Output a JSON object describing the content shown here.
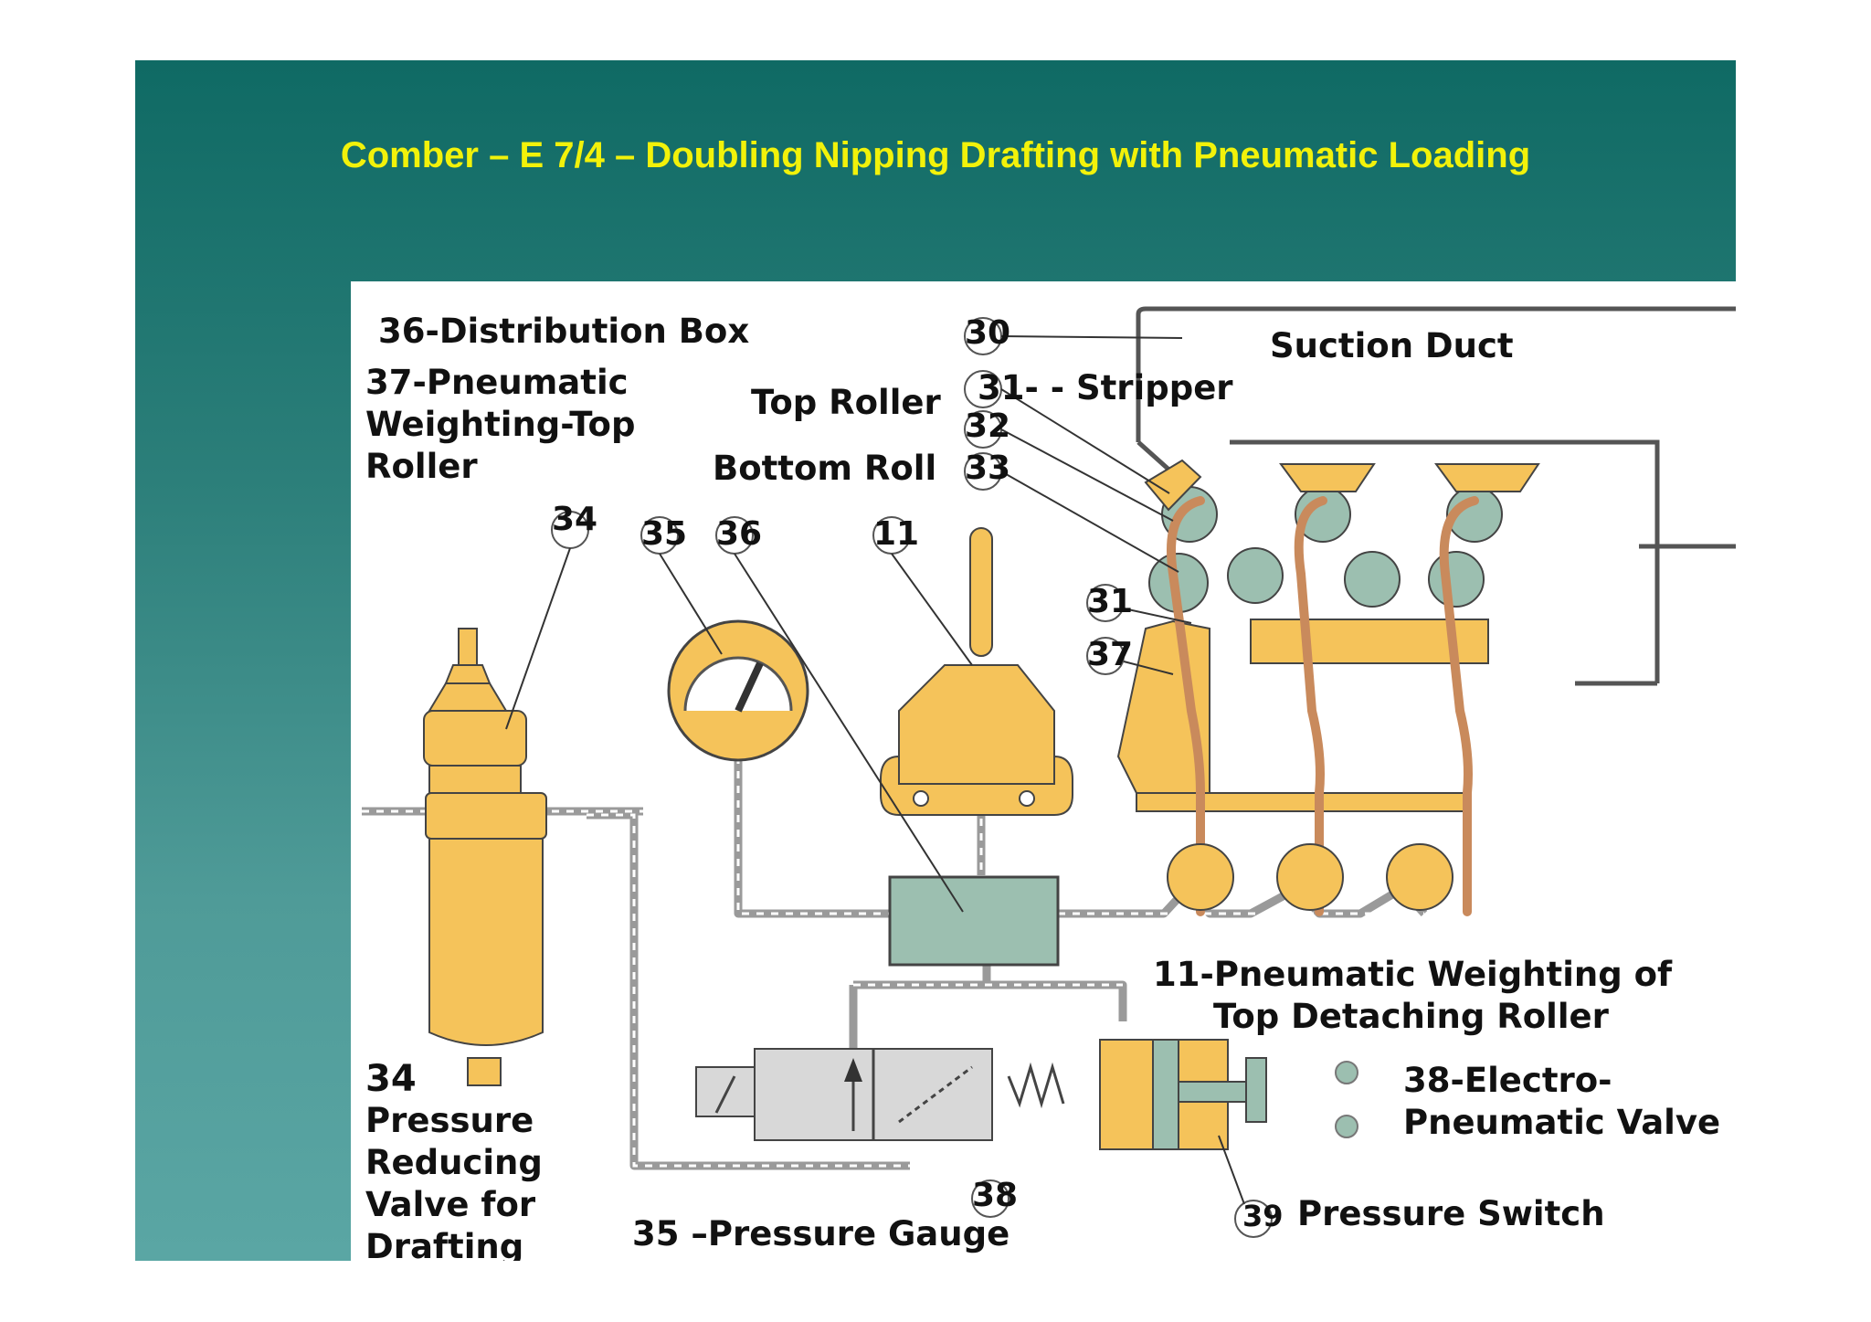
{
  "slide": {
    "title": "Comber – E 7/4 – Doubling Nipping Drafting with Pneumatic Loading"
  },
  "colors": {
    "background_dark": "#0f6a64",
    "background_light": "#5aa6a4",
    "title": "#f2f20a",
    "component_yellow": "#f5c35a",
    "component_green": "#9cbfb0",
    "rod_brown": "#c98a5c",
    "pipe_grey": "#9a9a9a"
  },
  "labels": {
    "distribution_box": "36-Distribution Box",
    "pneumatic_weighting_top_roller": [
      "37-Pneumatic",
      "Weighting-Top",
      "Roller"
    ],
    "top_roller": "Top Roller",
    "bottom_roll": "Bottom Roll",
    "stripper": "31- - Stripper",
    "suction_duct": "Suction Duct",
    "pneumatic_weighting_detaching": [
      "11-Pneumatic Weighting of",
      "Top Detaching Roller"
    ],
    "electro_pneumatic_valve": [
      "38-Electro-",
      "Pneumatic Valve"
    ],
    "pressure_switch": "Pressure Switch",
    "pressure_reducing_valve_number": "34",
    "pressure_reducing_valve": [
      "Pressure",
      "Reducing",
      "Valve for",
      "Drafting"
    ],
    "pressure_gauge": "35 –Pressure Gauge"
  },
  "callouts": {
    "n30": "30",
    "n31_top": "31",
    "n32": "32",
    "n33": "33",
    "n34": "34",
    "n35": "35",
    "n36": "36",
    "n11": "11",
    "n31": "31",
    "n37": "37",
    "n38": "38",
    "n39": "39"
  }
}
